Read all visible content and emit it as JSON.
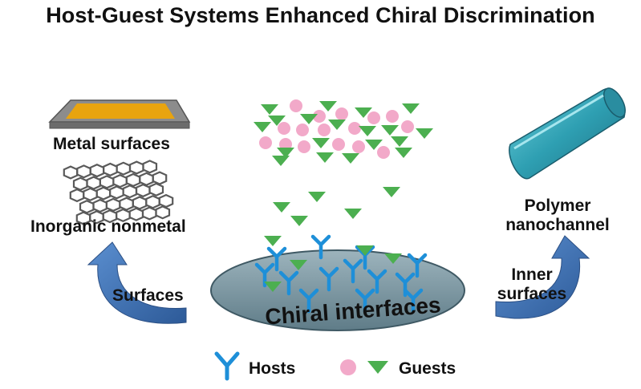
{
  "title": "Host-Guest Systems Enhanced Chiral Discrimination",
  "labels": {
    "metal_surfaces": "Metal surfaces",
    "inorganic_nonmetal": "Inorganic nonmetal",
    "surfaces": "Surfaces",
    "chiral_interfaces": "Chiral interfaces",
    "inner": "Inner",
    "inner_surfaces": "surfaces",
    "polymer": "Polymer",
    "nanochannel": "nanochannel"
  },
  "legend": {
    "hosts": "Hosts",
    "guests": "Guests"
  },
  "colors": {
    "guest_triangle": "#4caf50",
    "guest_circle": "#f2a9c9",
    "host": "#1e8fd8",
    "disk": "#7f9aa6",
    "tube": "#3aa6b8",
    "arrow": "#3b6aa8",
    "metal": "#e8a40f"
  }
}
